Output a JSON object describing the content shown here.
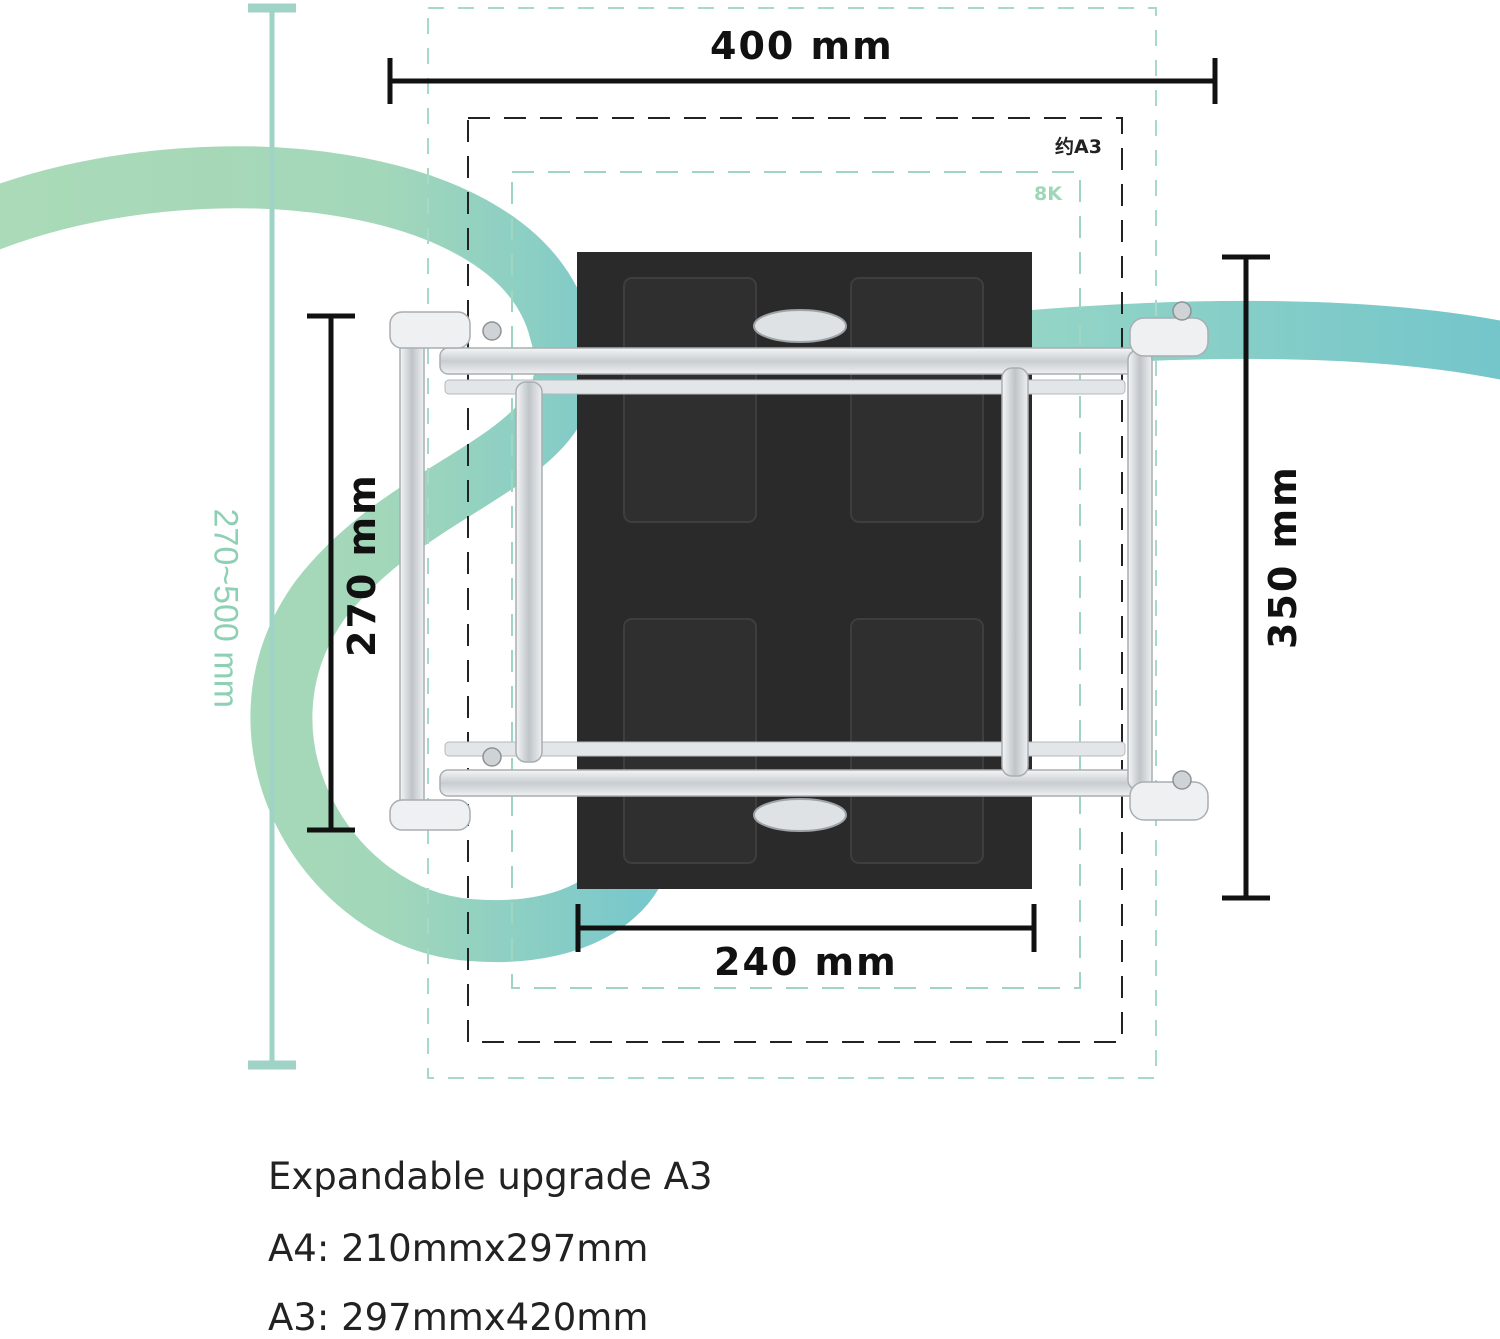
{
  "dimensions": {
    "top_width": "400 mm",
    "bottom_width": "240 mm",
    "left_height": "270 mm",
    "right_height": "350 mm",
    "adjust_range": "270~500 mm"
  },
  "paper_labels": {
    "a3_approx": "约A3",
    "eight_k": "8K"
  },
  "captions": {
    "line1": "Expandable upgrade A3",
    "line2": "A4: 210mmx297mm",
    "line3": "A3: 297mmx420mm"
  },
  "colors": {
    "green_band": "#9ed5b3",
    "teal_band": "#7ccbc8",
    "plate": "#2b2b2b",
    "frame": "#d9dde0",
    "dim_line": "#111111"
  }
}
